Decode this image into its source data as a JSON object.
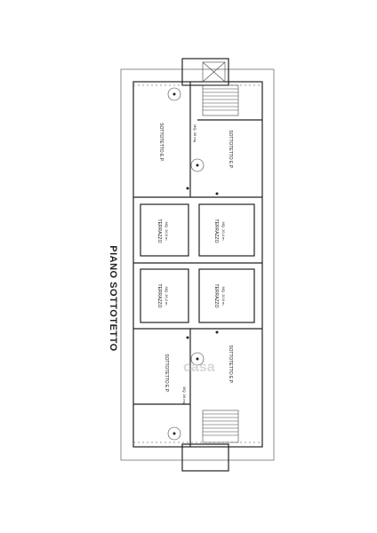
{
  "title": "PIANO SOTTOTETTO",
  "rooms": {
    "attic_top_left": "SOTTOTETTO E.P.",
    "attic_top_right": "SOTTOTETTO E.P.",
    "attic_bottom_left": "SOTTOTETTO E.P.",
    "attic_bottom_right": "SOTTOTETTO E.P.",
    "terrace_1": "TERRAZZO",
    "terrace_2": "TERRAZZO",
    "terrace_3": "TERRAZZO",
    "terrace_4": "TERRAZZO"
  },
  "area_notes": {
    "terrace_1": "MQ. 20,6 m",
    "terrace_2": "MQ. 20,4 m",
    "terrace_3": "MQ. 20,2 m",
    "terrace_4": "MQ. 20,6 m",
    "stair_top": "MQ. 36 mq",
    "stair_bottom": "MQ. 36 mq"
  },
  "watermark": "casa"
}
